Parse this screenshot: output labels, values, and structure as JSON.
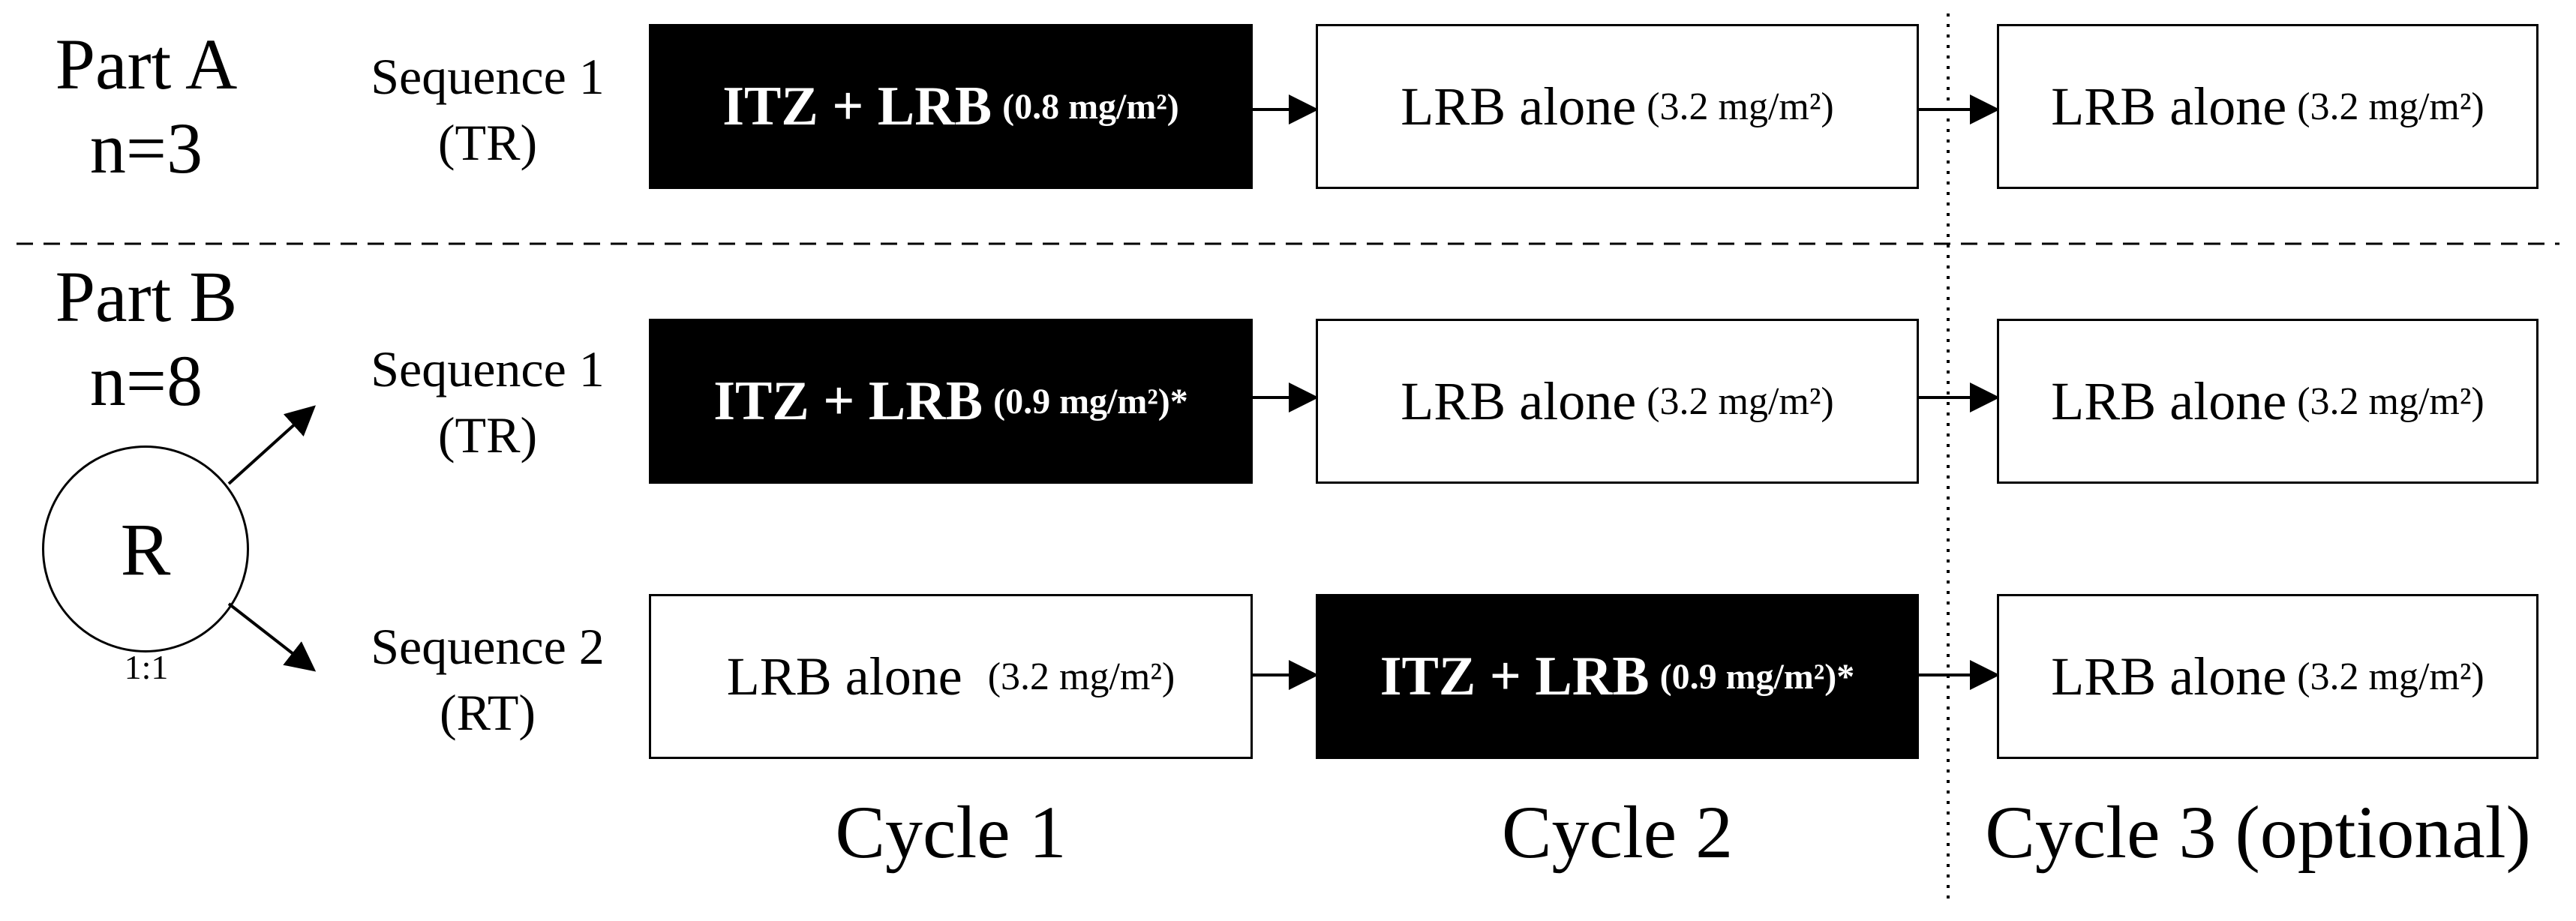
{
  "parts": {
    "a": {
      "label": "Part A",
      "n": "n=3"
    },
    "b": {
      "label": "Part B",
      "n": "n=8"
    }
  },
  "randomization": {
    "symbol": "R",
    "ratio": "1:1"
  },
  "sequences": {
    "a1": {
      "name": "Sequence 1",
      "code": "(TR)"
    },
    "b1": {
      "name": "Sequence 1",
      "code": "(TR)"
    },
    "b2": {
      "name": "Sequence 2",
      "code": "(RT)"
    }
  },
  "boxes": {
    "a1_c1": {
      "main": "ITZ + LRB",
      "dose": "(0.8 mg/m²)"
    },
    "a1_c2": {
      "main": "LRB alone",
      "dose": "(3.2 mg/m²)"
    },
    "a1_c3": {
      "main": "LRB alone",
      "dose": "(3.2 mg/m²)"
    },
    "b1_c1": {
      "main": "ITZ + LRB",
      "dose": "(0.9 mg/m²)*"
    },
    "b1_c2": {
      "main": "LRB alone",
      "dose": "(3.2 mg/m²)"
    },
    "b1_c3": {
      "main": "LRB alone",
      "dose": "(3.2 mg/m²)"
    },
    "b2_c1": {
      "main": "LRB alone",
      "dose": "(3.2 mg/m²)"
    },
    "b2_c2": {
      "main": "ITZ + LRB",
      "dose": "(0.9 mg/m²)*"
    },
    "b2_c3": {
      "main": "LRB alone",
      "dose": "(3.2 mg/m²)"
    }
  },
  "cycles": [
    "Cycle 1",
    "Cycle 2",
    "Cycle 3 (optional)"
  ]
}
